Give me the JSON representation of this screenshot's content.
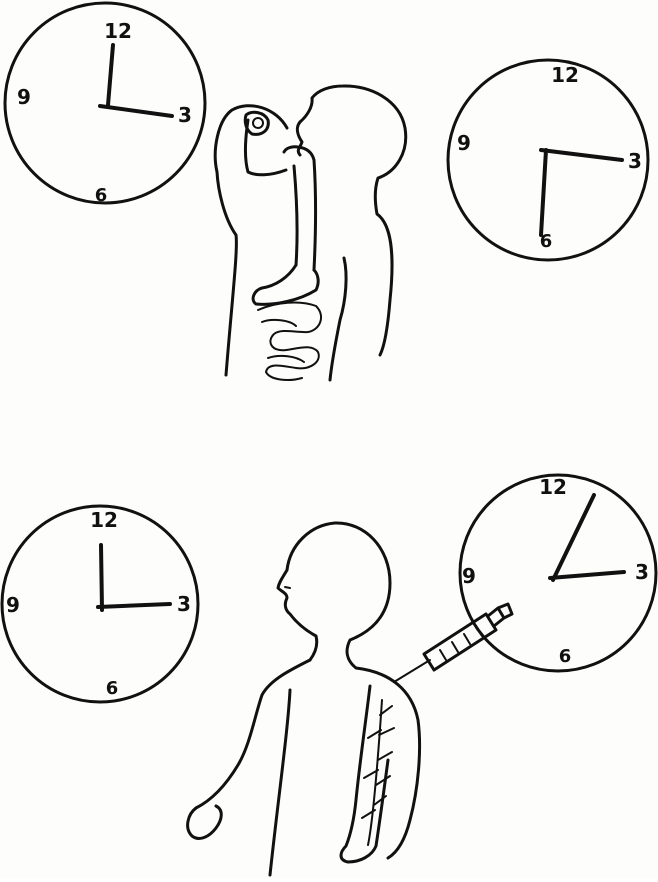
{
  "clocks": {
    "oral_start": {
      "n12": "12",
      "n3": "3",
      "n6": "6",
      "n9": "9",
      "time": "3:00"
    },
    "oral_end": {
      "n12": "12",
      "n3": "3",
      "n6": "6",
      "n9": "9",
      "time": "3:30"
    },
    "injection_start": {
      "n12": "12",
      "n3": "3",
      "n6": "6",
      "n9": "9",
      "time": "3:00"
    },
    "injection_end": {
      "n12": "12",
      "n3": "3",
      "n6": "6",
      "n9": "9",
      "time": "3:05"
    }
  },
  "colors": {
    "ink": "#111111",
    "paper": "#fdfdfb"
  }
}
